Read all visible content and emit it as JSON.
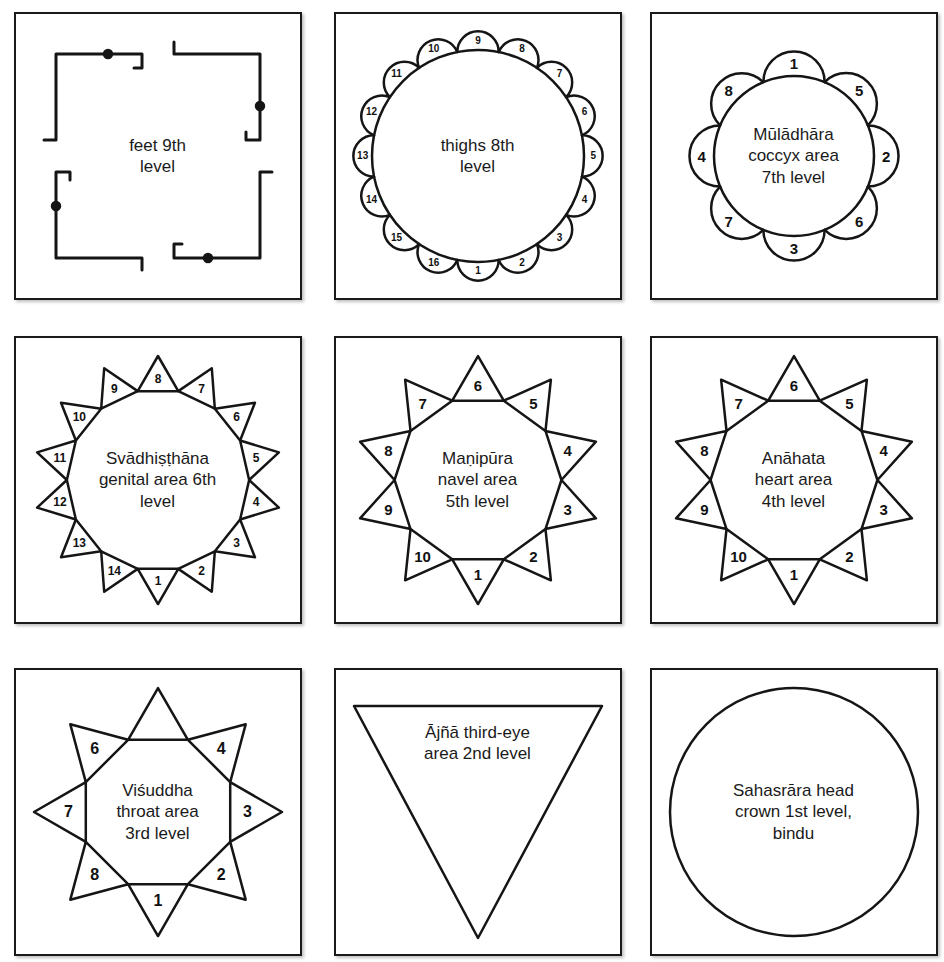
{
  "diagram": {
    "nodes": [
      {
        "text": [
          "feet 9th level"
        ]
      },
      {
        "text": [
          "thighs 8th level"
        ]
      },
      {
        "text": [
          "Mūlādhāra coccyx area 7th level"
        ]
      },
      {
        "text": [
          "Svādhiṣṭhāna genital area 6th level"
        ]
      },
      {
        "text": [
          "Maṇipūra navel area 5th level"
        ]
      },
      {
        "text": [
          "Anāhata heart area 4th level"
        ]
      },
      {
        "text": [
          "Viśuddha throat area 3rd level"
        ]
      },
      {
        "text": [
          "Ājñā third-eye area 2nd level"
        ]
      },
      {
        "text": [
          "Sahasrāra head crown 1st level, bindu"
        ]
      }
    ],
    "labels": [
      "1",
      "2",
      "3",
      "4",
      "5",
      "6",
      "7",
      "8",
      "9",
      "10",
      "11",
      "12",
      "13",
      "14",
      "15",
      "16",
      "1",
      "2",
      "3",
      "4",
      "5",
      "6",
      "7",
      "8",
      "1",
      "2",
      "3",
      "4",
      "5",
      "6",
      "7",
      "8",
      "9",
      "10",
      "11",
      "12",
      "13",
      "14",
      "1",
      "2",
      "3",
      "4",
      "5",
      "6",
      "7",
      "8",
      "9",
      "10",
      "1",
      "2",
      "3",
      "4",
      "5",
      "6",
      "7",
      "8",
      "9",
      "10",
      "1",
      "2",
      "3",
      "4",
      "6",
      "7",
      "8"
    ]
  }
}
